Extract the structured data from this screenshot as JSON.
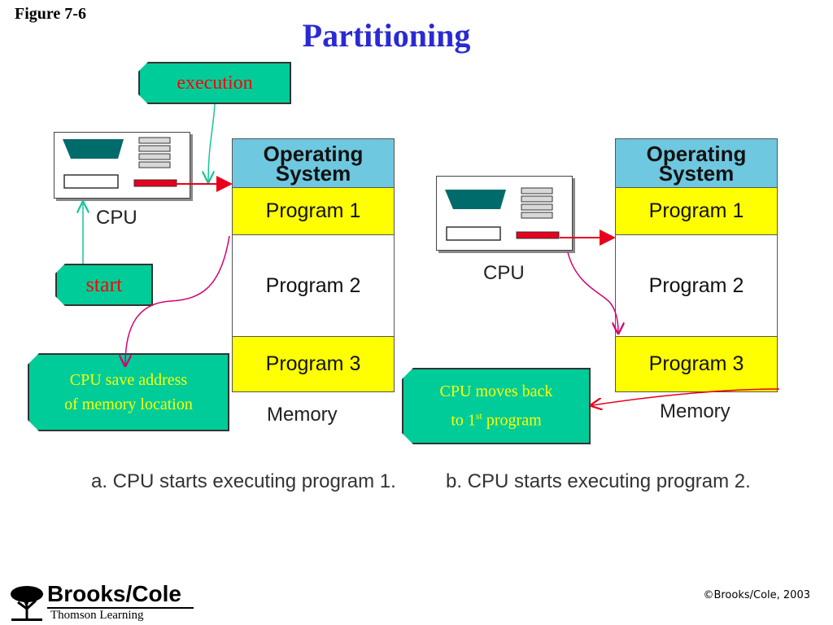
{
  "figure_label": "Figure 7-6",
  "title": "Partitioning",
  "panel_a": {
    "cpu_label": "CPU",
    "memory": [
      "Operating System",
      "Program 1",
      "Program 2",
      "Program 3"
    ],
    "memory_os_lines": [
      "Operating",
      "System"
    ],
    "memory_label": "Memory",
    "caption": "a. CPU starts executing program 1.",
    "callouts": {
      "execution": "execution",
      "start": "start",
      "save_line1": "CPU save address",
      "save_line2": "of memory location"
    }
  },
  "panel_b": {
    "cpu_label": "CPU",
    "memory": [
      "Operating System",
      "Program 1",
      "Program 2",
      "Program 3"
    ],
    "memory_os_lines": [
      "Operating",
      "System"
    ],
    "memory_label": "Memory",
    "caption": "b. CPU starts executing program 2.",
    "callouts": {
      "moves_line1": "CPU moves back",
      "moves_line2_prefix": "to 1",
      "moves_line2_sup": "st",
      "moves_line2_suffix": " program"
    }
  },
  "footer": {
    "publisher": "Brooks/Cole",
    "publisher_sub": "Thomson Learning",
    "copyright": "©Brooks/Cole, 2003"
  },
  "colors": {
    "title": "#2a2ad4",
    "os_block": "#6ec8df",
    "program_highlight": "#ffff00",
    "callout_bg": "#00cc99",
    "cpu_panel": "#006b6b",
    "arrow_red": "#e8001c",
    "arrow_magenta": "#d4006e",
    "arrow_green": "#19c497"
  }
}
